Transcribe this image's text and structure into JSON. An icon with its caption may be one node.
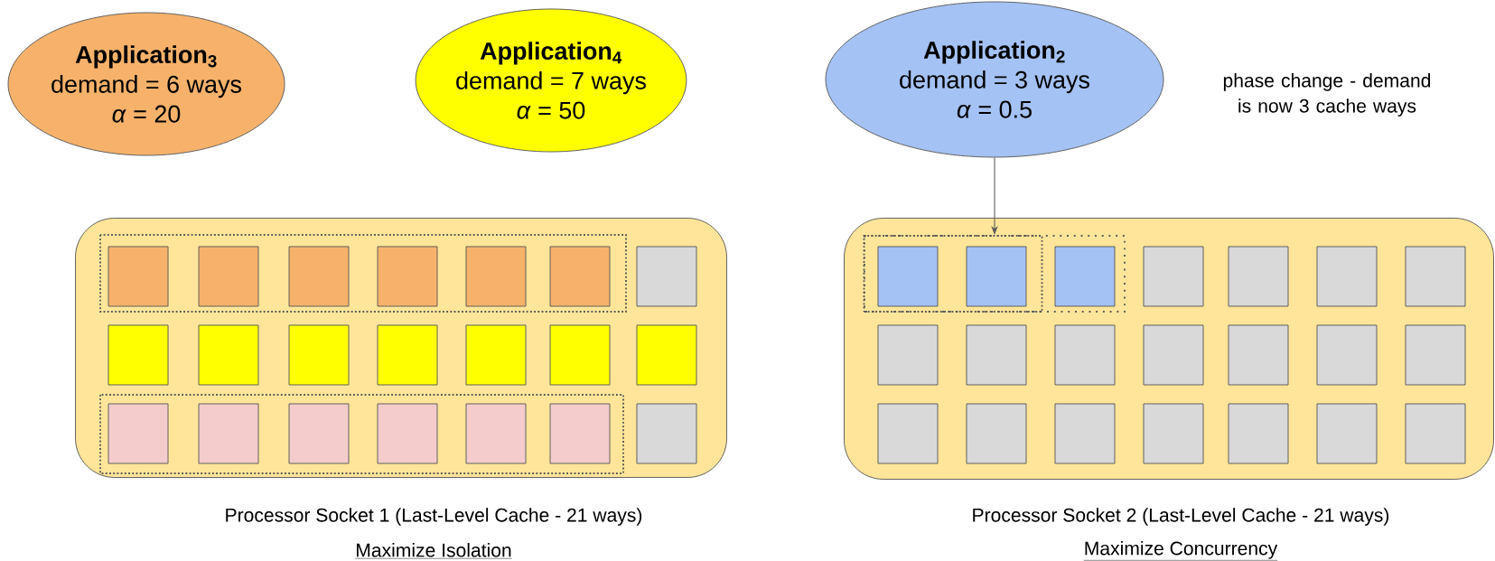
{
  "diagram": {
    "nodes": [
      {
        "text": [
          "Application$_{3}$",
          "demand = 6 ways",
          "*α* = 20"
        ]
      },
      {
        "text": [
          "Application$_{4}$",
          "demand = 7 ways",
          "*α* = 50"
        ]
      },
      {
        "text": [
          "Application$_{2}$",
          "demand = 3 ways",
          "*α* = 0.5"
        ]
      },
      {
        "text": [],
        "shape": "box",
        "beside": [
          "Processor Socket 1 (Last-Level Cache - 21 ways)",
          "Maximize Isolation"
        ]
      },
      {
        "text": [],
        "shape": "box",
        "beside": [
          "Processor Socket 2 (Last-Level Cache - 21 ways)",
          "Maximize Concurrency"
        ]
      },
      {
        "text": [],
        "shape": "box",
        "in": 4
      }
    ],
    "edges": [
      {
        "from": 2,
        "to": 5,
        "arrow": "to"
      }
    ],
    "labels": [
      "phase change - demand is now 3 cache ways"
    ]
  }
}
